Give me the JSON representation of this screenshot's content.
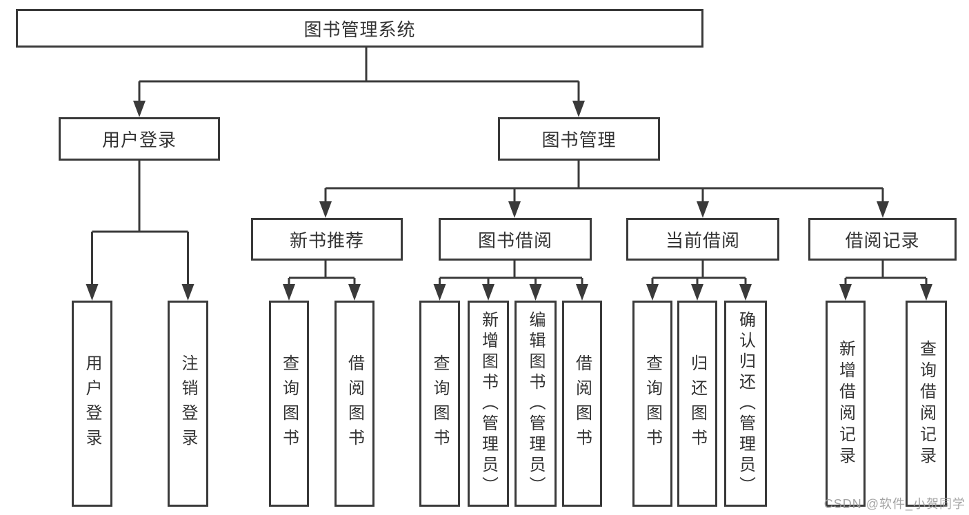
{
  "tree": {
    "root": {
      "label": "图书管理系统"
    },
    "level2": [
      {
        "label": "用户登录"
      },
      {
        "label": "图书管理"
      }
    ],
    "level3": [
      {
        "label": "新书推荐"
      },
      {
        "label": "图书借阅"
      },
      {
        "label": "当前借阅"
      },
      {
        "label": "借阅记录"
      }
    ],
    "leaves": {
      "user_login": [
        "用户登录",
        "注销登录"
      ],
      "new_book_recommend": [
        "查询图书",
        "借阅图书"
      ],
      "book_borrow": [
        "查询图书",
        "新增图书（管理员）",
        "编辑图书（管理员）",
        "借阅图书"
      ],
      "current_borrow": [
        "查询图书",
        "归还图书",
        "确认归还（管理员）"
      ],
      "borrow_records": [
        "新增借阅记录",
        "查询借阅记录"
      ]
    }
  },
  "watermark": "CSDN @软件_小贺同学",
  "colors": {
    "line": "#3a3a3a",
    "text": "#333333",
    "background": "#ffffff",
    "watermark": "#9c9c9c"
  }
}
